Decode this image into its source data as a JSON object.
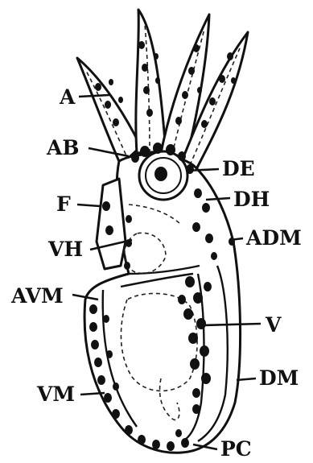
{
  "figure": {
    "labels": {
      "A": "A",
      "AB": "AB",
      "F": "F",
      "VH": "VH",
      "AVM": "AVM",
      "VM": "VM",
      "DE": "DE",
      "DH": "DH",
      "ADM": "ADM",
      "V": "V",
      "DM": "DM",
      "PC": "PC"
    }
  }
}
